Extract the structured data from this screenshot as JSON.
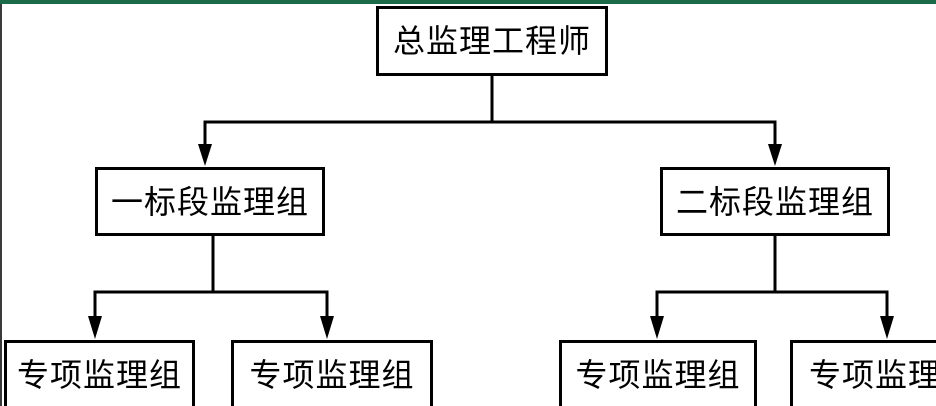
{
  "diagram": {
    "root": {
      "label": "总监理工程师"
    },
    "sections": [
      {
        "label": "一标段监理组",
        "children": [
          "专项监理组",
          "专项监理组"
        ]
      },
      {
        "label": "二标段监理组",
        "children": [
          "专项监理组",
          "专项监理"
        ]
      }
    ]
  },
  "colors": {
    "frame_bar": "#1d6a4b",
    "line": "#000000",
    "box_fill": "#ffffff"
  }
}
